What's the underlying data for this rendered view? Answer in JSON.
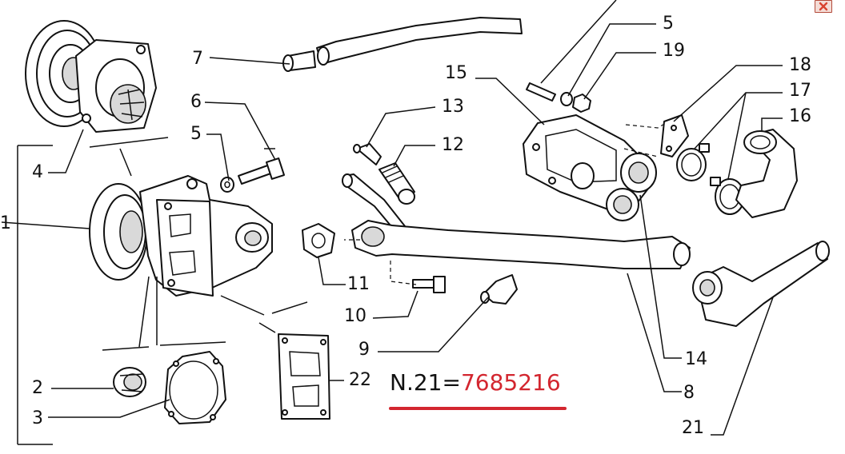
{
  "callouts": {
    "c1": "1",
    "c2": "2",
    "c3": "3",
    "c4": "4",
    "c5a": "5",
    "c5b": "5",
    "c6": "6",
    "c7": "7",
    "c8": "8",
    "c9": "9",
    "c10": "10",
    "c11": "11",
    "c12": "12",
    "c13": "13",
    "c14": "14",
    "c15": "15",
    "c16": "16",
    "c17": "17",
    "c18": "18",
    "c19": "19",
    "c21": "21",
    "c22": "22"
  },
  "note": {
    "prefix": "N.21=",
    "part_number": "7685216"
  },
  "colors": {
    "accent": "#d3262f",
    "line": "#111111",
    "close_button": "#d9432f"
  },
  "window": {
    "close_icon": "close-icon"
  }
}
